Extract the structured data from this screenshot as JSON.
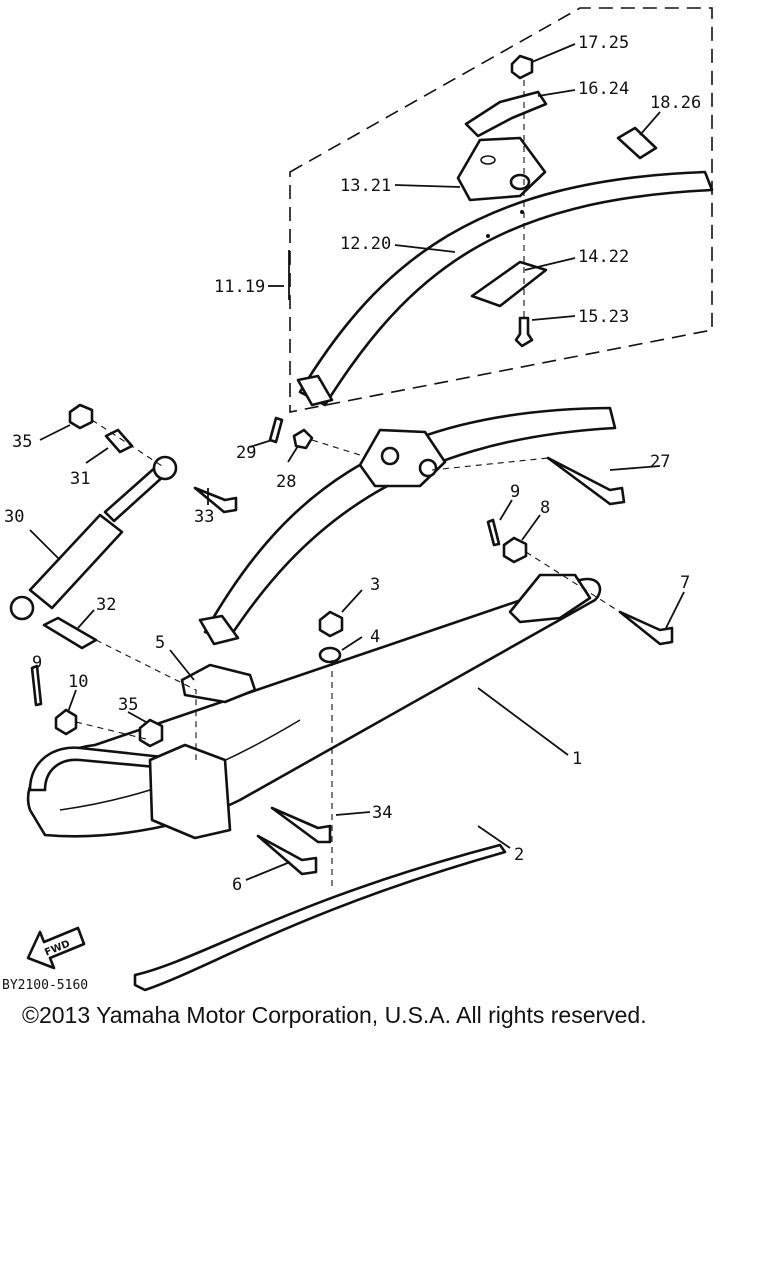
{
  "diagram": {
    "callouts": {
      "p1": "1",
      "p2": "2",
      "p3": "3",
      "p4": "4",
      "p5": "5",
      "p6": "6",
      "p7": "7",
      "p8": "8",
      "p9a": "9",
      "p9b": "9",
      "p10": "10",
      "p11_19": "11.19",
      "p12_20": "12.20",
      "p13_21": "13.21",
      "p14_22": "14.22",
      "p15_23": "15.23",
      "p16_24": "16.24",
      "p17_25": "17.25",
      "p18_26": "18.26",
      "p27": "27",
      "p28": "28",
      "p29": "29",
      "p30": "30",
      "p31": "31",
      "p32": "32",
      "p33": "33",
      "p34": "34",
      "p35a": "35",
      "p35b": "35"
    },
    "fwd_label": "FWD",
    "drawing_code": "BY2100-5160"
  },
  "footer": {
    "copyright": "©2013 Yamaha Motor Corporation, U.S.A. All rights reserved."
  }
}
